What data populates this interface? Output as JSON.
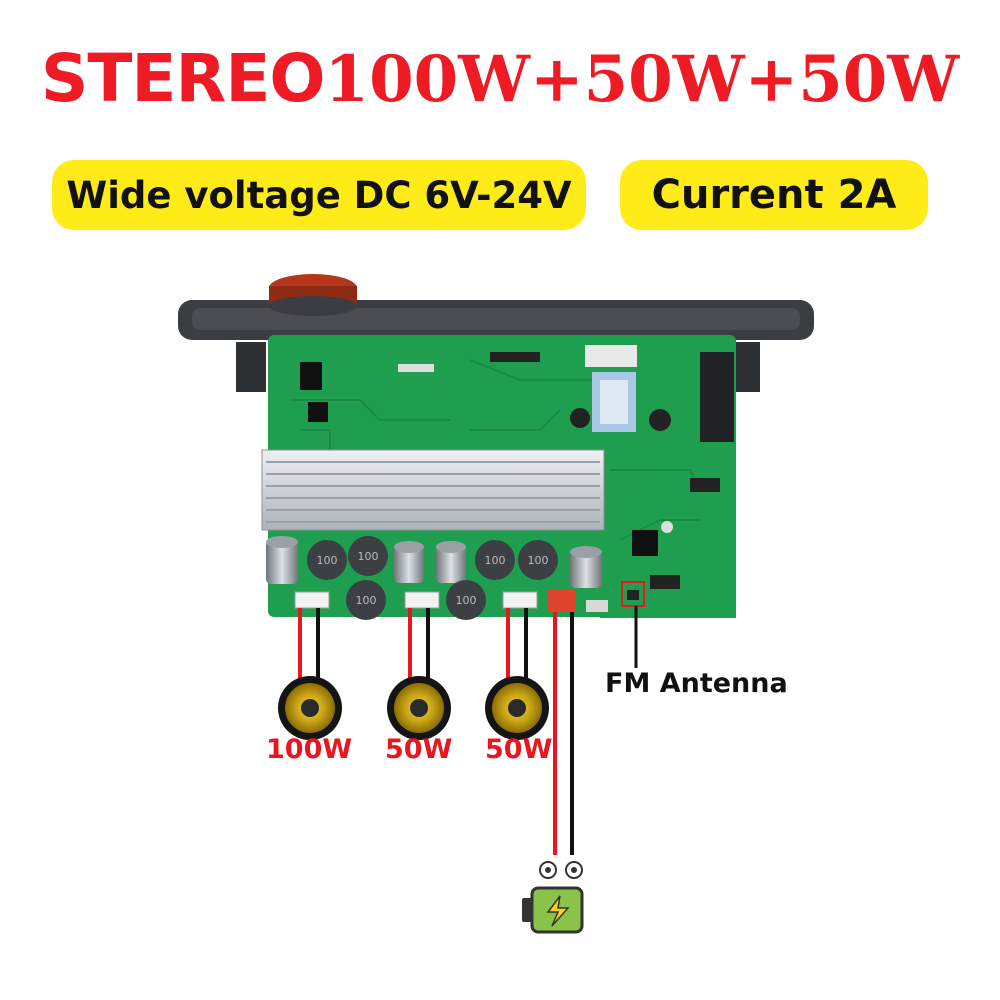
{
  "title": {
    "part1": "STEREO",
    "part2": "100W+50W+50W"
  },
  "badges": {
    "voltage": "Wide voltage DC 6V-24V",
    "current": "Current 2A"
  },
  "labels": {
    "fm_antenna": "FM Antenna",
    "speaker_1": "100W",
    "speaker_2": "50W",
    "speaker_3": "50W"
  },
  "board": {
    "inductor_marks": [
      "100",
      "100",
      "100",
      "100",
      "100",
      "100"
    ]
  },
  "colors": {
    "title_red": "#ee1b24",
    "badge_yellow": "#ffeb18",
    "pcb_green": "#1f9e50",
    "wire_red": "#e8161e",
    "battery_green": "#8bc34a"
  },
  "icons": [
    "speaker-icon",
    "battery-charging-icon",
    "terminal-ring-icon"
  ]
}
